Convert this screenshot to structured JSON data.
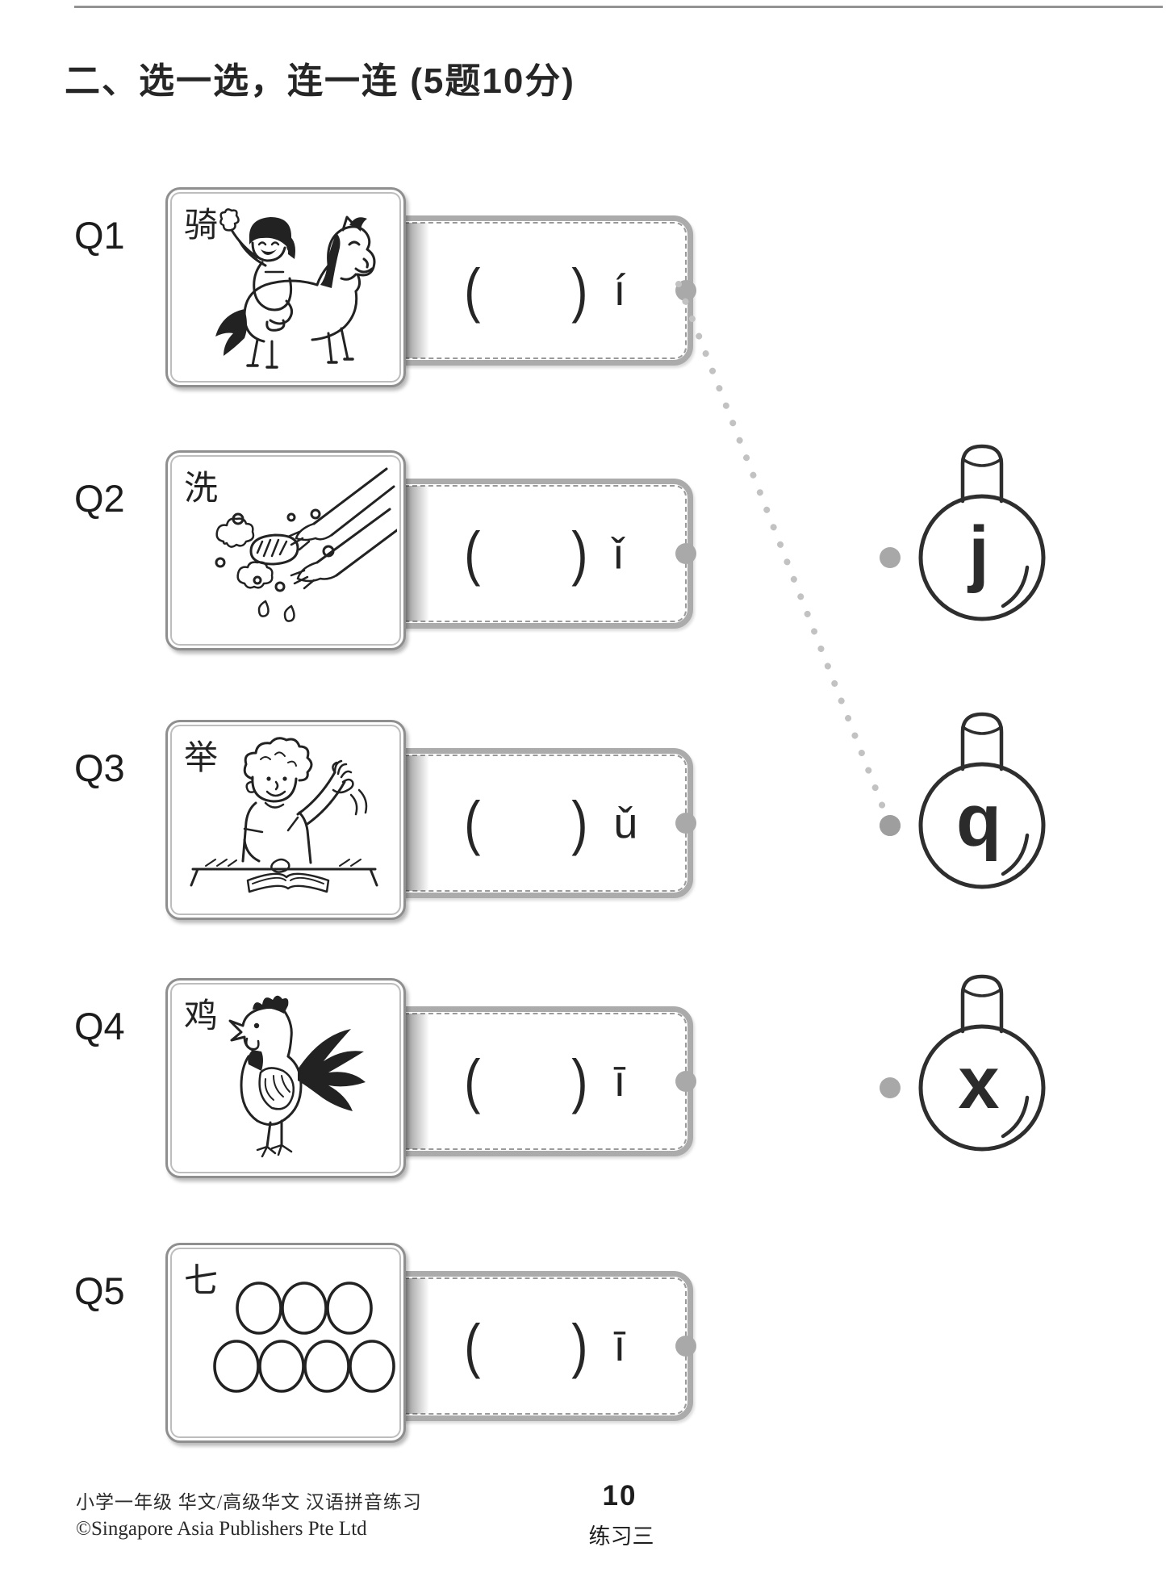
{
  "page": {
    "title": "二、选一选，连一连 (5题10分)"
  },
  "answer_template": {
    "open_paren": "(",
    "close_paren": ")"
  },
  "questions": [
    {
      "id": "Q1",
      "label": "Q1",
      "hanzi": "骑",
      "pinyin_final": "í",
      "illustration": "child-riding-horse"
    },
    {
      "id": "Q2",
      "label": "Q2",
      "hanzi": "洗",
      "pinyin_final": "ǐ",
      "illustration": "washing-hands"
    },
    {
      "id": "Q3",
      "label": "Q3",
      "hanzi": "举",
      "pinyin_final": "ǔ",
      "illustration": "boy-raising-hand"
    },
    {
      "id": "Q4",
      "label": "Q4",
      "hanzi": "鸡",
      "pinyin_final": "ī",
      "illustration": "rooster"
    },
    {
      "id": "Q5",
      "label": "Q5",
      "hanzi": "七",
      "pinyin_final": "ī",
      "illustration": "seven-circles"
    }
  ],
  "options": [
    {
      "letter": "j"
    },
    {
      "letter": "q"
    },
    {
      "letter": "x"
    }
  ],
  "connections": [
    {
      "from": "Q1",
      "to": "q"
    }
  ],
  "footer": {
    "series": "小学一年级 华文/高级华文 汉语拼音练习",
    "copyright": "©Singapore Asia Publishers Pte Ltd",
    "page_number": "10",
    "exercise": "练习三"
  },
  "colors": {
    "ink": "#222222",
    "frame_gray": "#ababab",
    "dot_gray": "#a9a9a9",
    "connector_gray": "#c2c2c2"
  }
}
